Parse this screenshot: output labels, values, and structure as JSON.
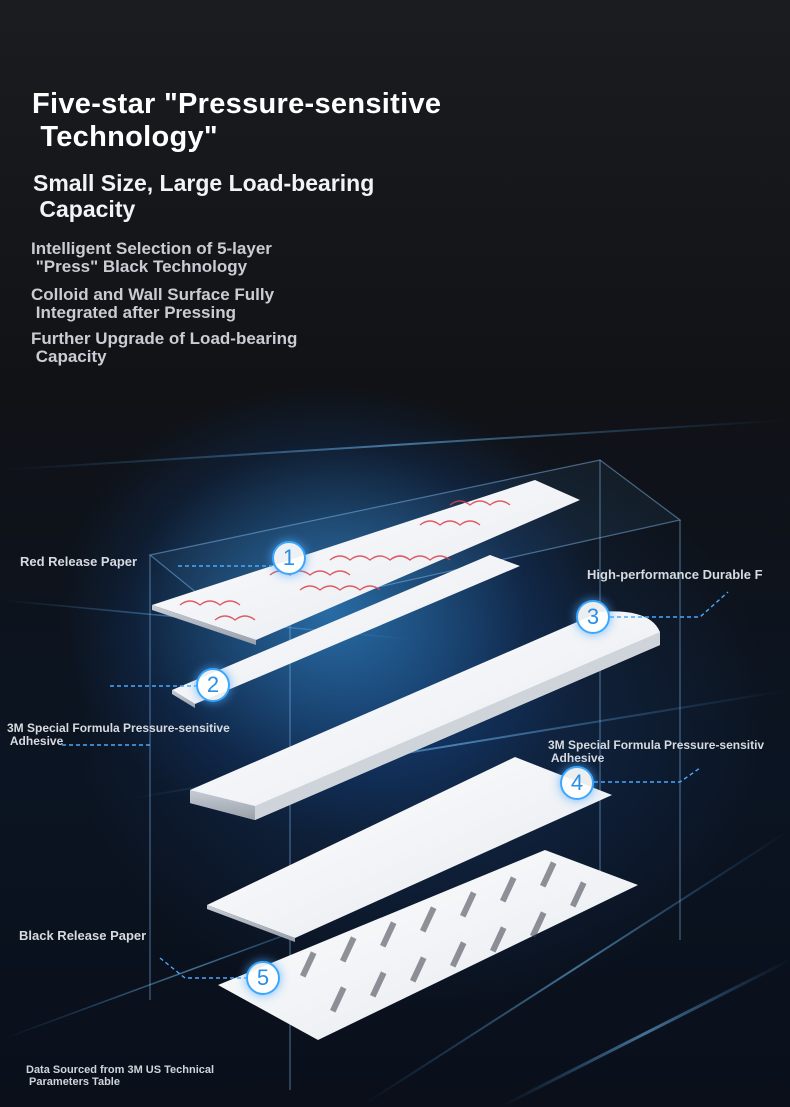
{
  "title": [
    "Five-star \"Pressure-sensitive",
    " Technology\""
  ],
  "subtitle": [
    "Small Size, Large Load-bearing",
    " Capacity"
  ],
  "features": [
    [
      "Intelligent Selection of 5-layer",
      " \"Press\" Black Technology"
    ],
    [
      "Colloid and Wall Surface Fully",
      " Integrated after Pressing"
    ],
    [
      "Further Upgrade of Load-bearing",
      " Capacity"
    ]
  ],
  "layers": [
    {
      "number": "1",
      "label": [
        "Red Release Paper"
      ]
    },
    {
      "number": "2",
      "label": [
        "3M Special Formula Pressure-sensitive",
        " Adhesive"
      ]
    },
    {
      "number": "3",
      "label": [
        "High-performance Durable F"
      ]
    },
    {
      "number": "4",
      "label": [
        "3M Special Formula Pressure-sensitiv",
        " Adhesive"
      ]
    },
    {
      "number": "5",
      "label": [
        "Black Release Paper"
      ]
    }
  ],
  "source_note": [
    "Data Sourced from 3M US Technical",
    " Parameters Table"
  ],
  "colors": {
    "accent": "#3aa7ff",
    "red_print": "#d8434f",
    "black_print": "#3a3e48"
  }
}
